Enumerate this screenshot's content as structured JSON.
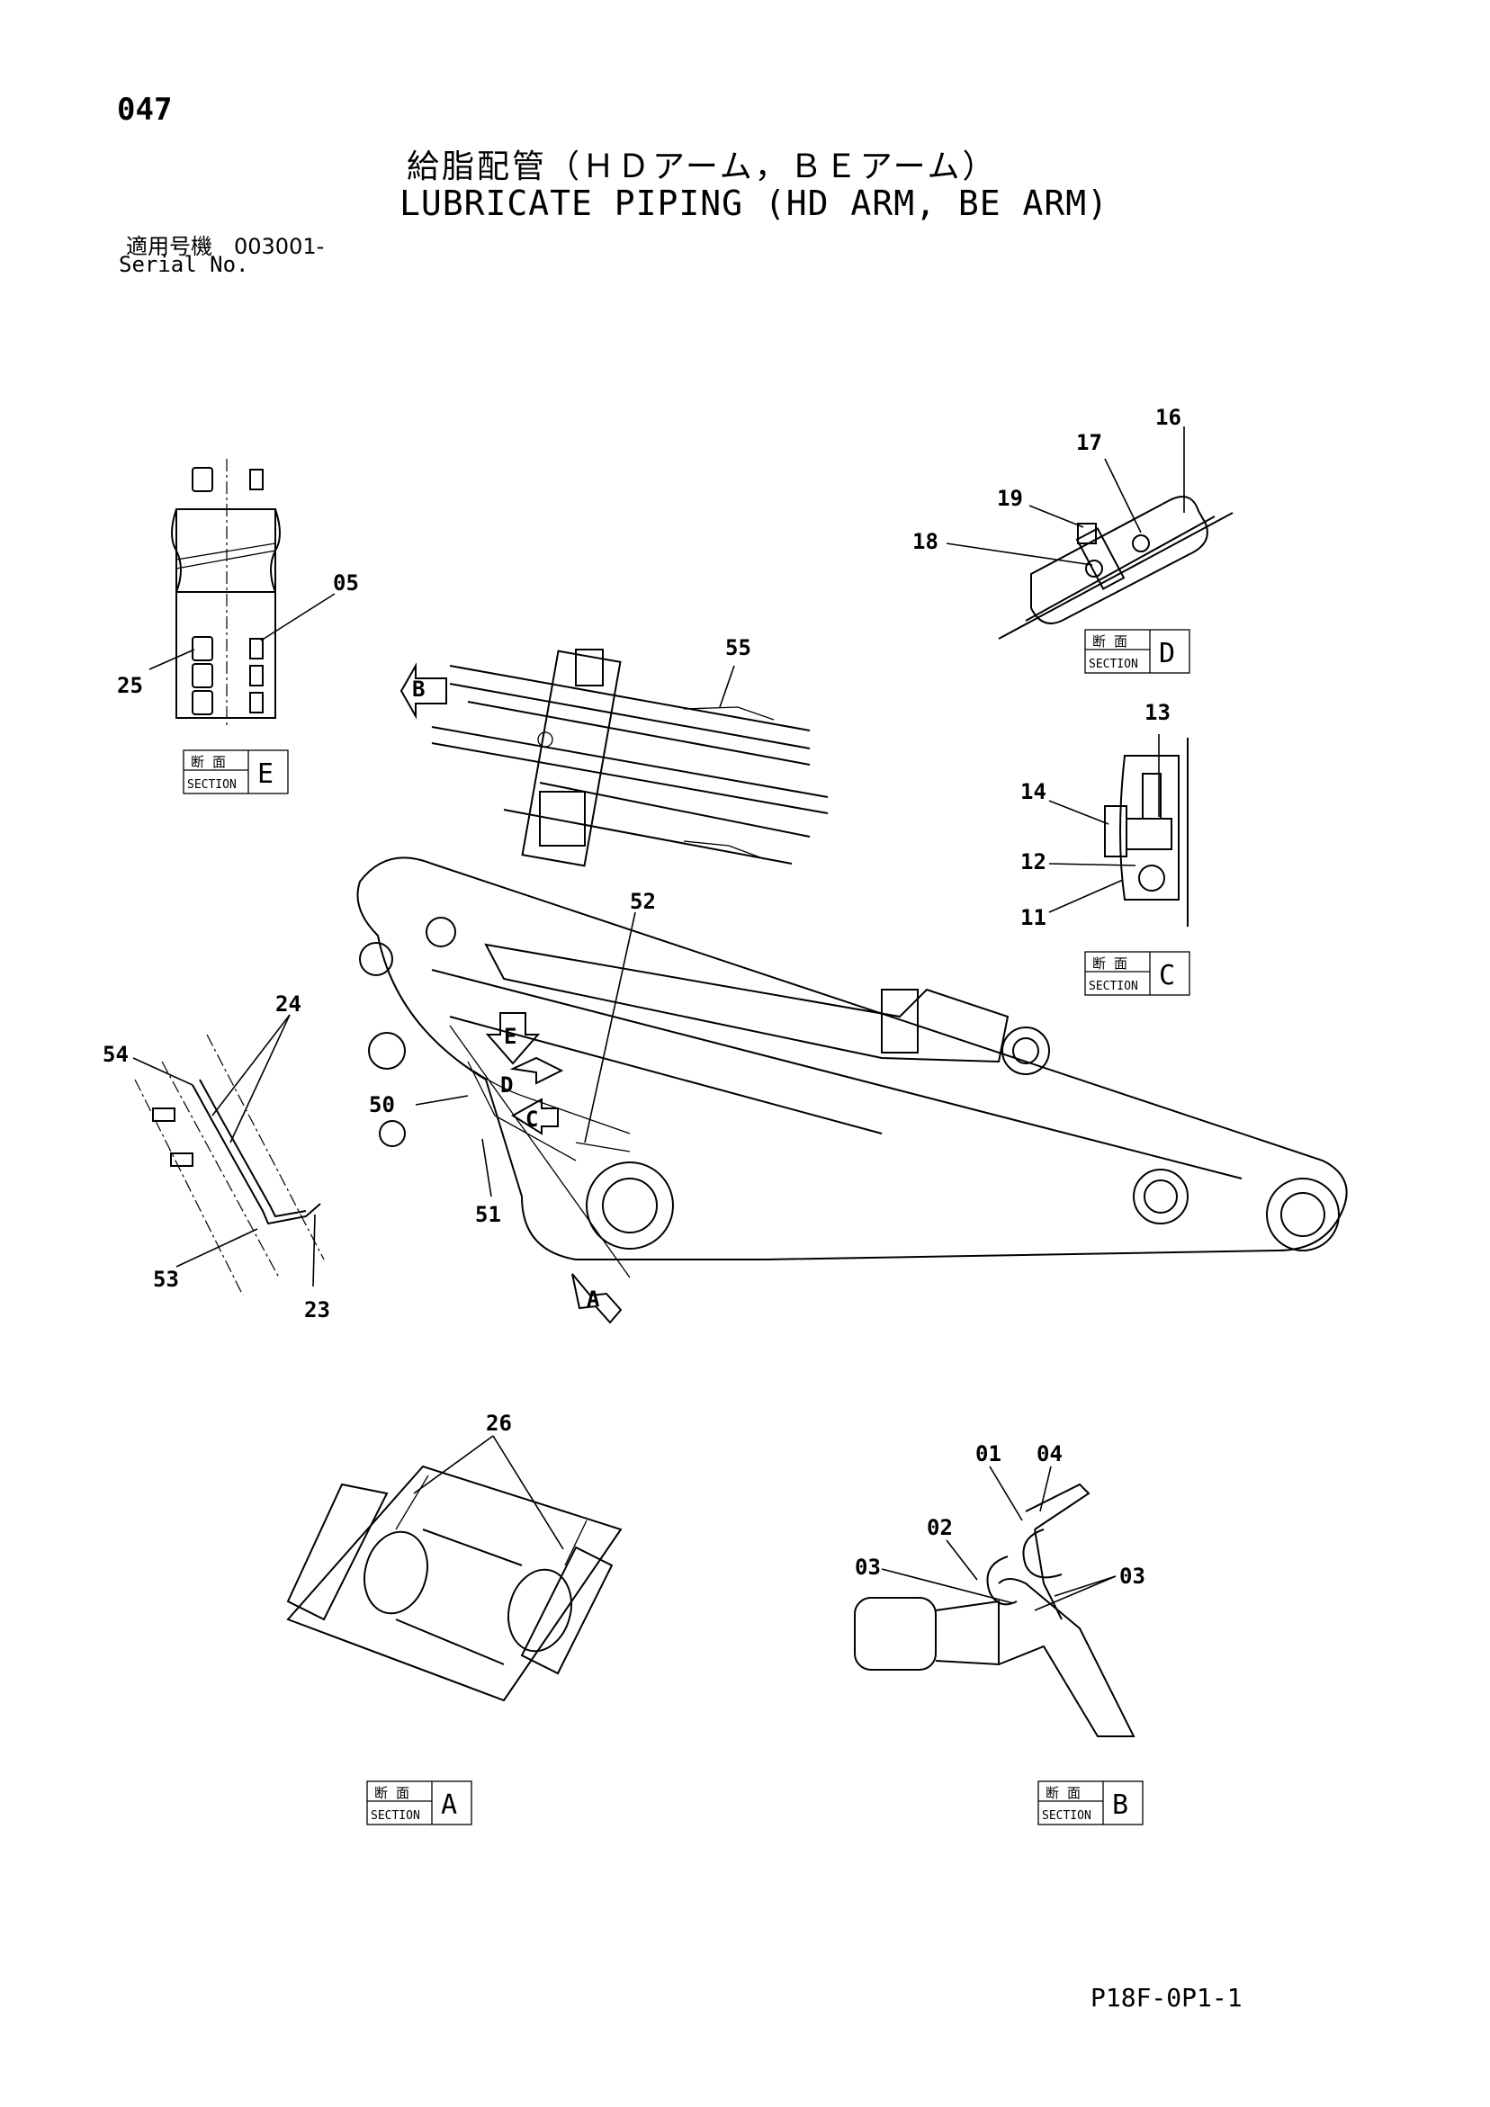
{
  "page": {
    "number": "047",
    "title_jp": "給脂配管（ＨＤアーム，ＢＥアーム）",
    "title_en": "LUBRICATE PIPING (HD ARM, BE ARM)",
    "serial_label_jp": "適用号機　003001-",
    "serial_label_en": "Serial No.",
    "doc_code": "P18F-0P1-1"
  },
  "section_tag": {
    "jp": "断 面",
    "en": "SECTION"
  },
  "sections": {
    "A": "A",
    "B": "B",
    "C": "C",
    "D": "D",
    "E": "E"
  },
  "view_arrows": {
    "A": "A",
    "B": "B",
    "C": "C",
    "D": "D",
    "E": "E"
  },
  "part_numbers": {
    "p01": "01",
    "p02": "02",
    "p03": "03",
    "p04": "04",
    "p05": "05",
    "p11": "11",
    "p12": "12",
    "p13": "13",
    "p14": "14",
    "p16": "16",
    "p17": "17",
    "p18": "18",
    "p19": "19",
    "p23": "23",
    "p24": "24",
    "p25": "25",
    "p26": "26",
    "p50": "50",
    "p51": "51",
    "p52": "52",
    "p53": "53",
    "p54": "54",
    "p55": "55"
  }
}
